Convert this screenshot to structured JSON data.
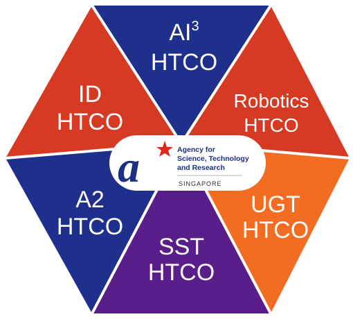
{
  "segments": [
    {
      "id": "ai3",
      "line1": "AI",
      "sup": "3",
      "line2": "HTCO",
      "color": "#1e2f8c"
    },
    {
      "id": "robotics",
      "line1": "Robotics",
      "line2": "HTCO",
      "color": "#d63a22"
    },
    {
      "id": "ugt",
      "line1": "UGT",
      "line2": "HTCO",
      "color": "#f26d21"
    },
    {
      "id": "sst",
      "line1": "SST",
      "line2": "HTCO",
      "color": "#5a1e8a"
    },
    {
      "id": "a2",
      "line1": "A2",
      "line2": "HTCO",
      "color": "#1e2f8c"
    },
    {
      "id": "id",
      "line1": "ID",
      "line2": "HTCO",
      "color": "#d63a22"
    }
  ],
  "logo": {
    "line1": "Agency for",
    "line2": "Science, Technology",
    "line3": "and Research",
    "sub": "SINGAPORE",
    "mark": "a",
    "brand_blue": "#1b2f86",
    "brand_red": "#e1261c"
  }
}
